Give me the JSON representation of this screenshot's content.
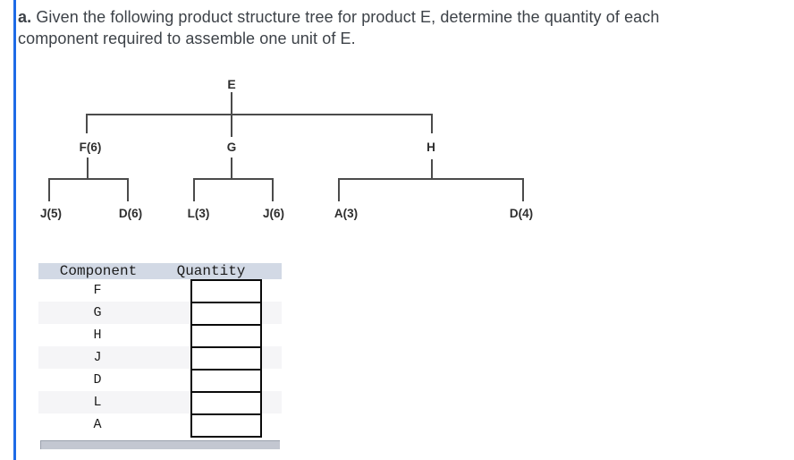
{
  "problem": {
    "label_bold": "a.",
    "line1": "Given the following product structure tree for product E, determine the quantity of each",
    "line2": "component required to assemble one unit of E."
  },
  "tree": {
    "root": {
      "label": "E"
    },
    "level1": [
      {
        "id": "F",
        "label": "F(6)"
      },
      {
        "id": "G",
        "label": "G"
      },
      {
        "id": "H",
        "label": "H"
      }
    ],
    "level2": [
      {
        "id": "J-under-F",
        "label": "J(5)"
      },
      {
        "id": "D-under-F",
        "label": "D(6)"
      },
      {
        "id": "L-under-G",
        "label": "L(3)"
      },
      {
        "id": "J-under-G",
        "label": "J(6)"
      },
      {
        "id": "A-under-H",
        "label": "A(3)"
      },
      {
        "id": "D-under-H",
        "label": "D(4)"
      }
    ]
  },
  "table": {
    "headers": {
      "component": "Component",
      "quantity": "Quantity"
    },
    "rows": [
      {
        "component": "F",
        "quantity": ""
      },
      {
        "component": "G",
        "quantity": ""
      },
      {
        "component": "H",
        "quantity": ""
      },
      {
        "component": "J",
        "quantity": ""
      },
      {
        "component": "D",
        "quantity": ""
      },
      {
        "component": "L",
        "quantity": ""
      },
      {
        "component": "A",
        "quantity": ""
      }
    ]
  },
  "colors": {
    "accent_rule": "#1e6be6",
    "table_header_bg": "#d2d9e5",
    "row_alt_bg": "#f5f5f7",
    "scrollbar_bg": "#c3c7d1",
    "tree_line": "#4b4b4b"
  }
}
